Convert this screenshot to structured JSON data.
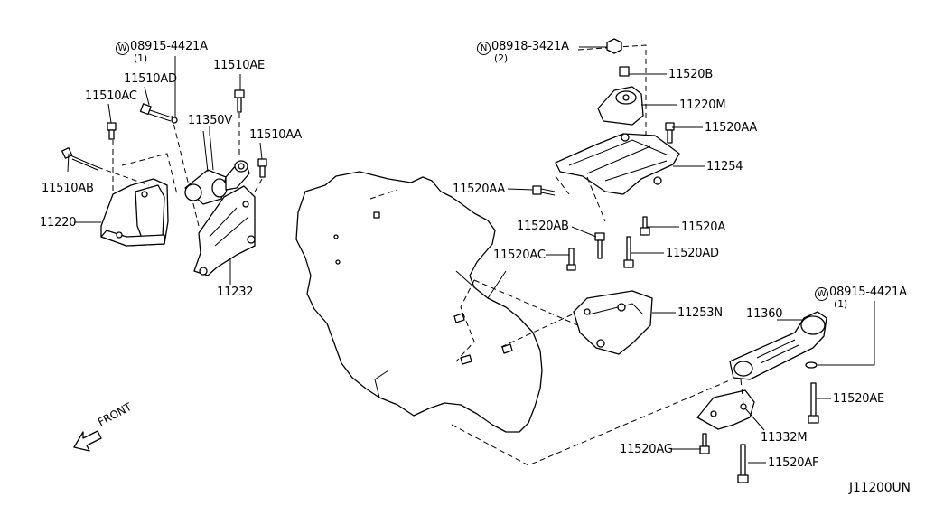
{
  "diagram_id": "J11200UN",
  "direction_label": "FRONT",
  "callouts": {
    "w08915_left": {
      "badge": "W",
      "code": "08915-4421A",
      "qty": "(1)"
    },
    "n08918": {
      "badge": "N",
      "code": "08918-3421A",
      "qty": "(2)"
    },
    "w08915_right": {
      "badge": "W",
      "code": "08915-4421A",
      "qty": "(1)"
    }
  },
  "labels": {
    "p11510AD": "11510AD",
    "p11510AE": "11510AE",
    "p11510AC": "11510AC",
    "p11350V": "11350V",
    "p11510AA": "11510AA",
    "p11510AB": "11510AB",
    "p11220": "11220",
    "p11232": "11232",
    "p11520B": "11520B",
    "p11220M": "11220M",
    "p11520AA_r": "11520AA",
    "p11254": "11254",
    "p11520AA_l": "11520AA",
    "p11520A": "11520A",
    "p11520AB": "11520AB",
    "p11520AC": "11520AC",
    "p11520AD": "11520AD",
    "p11253N": "11253N",
    "p11360": "11360",
    "p11520AE": "11520AE",
    "p11332M": "11332M",
    "p11520AG": "11520AG",
    "p11520AF": "11520AF"
  }
}
